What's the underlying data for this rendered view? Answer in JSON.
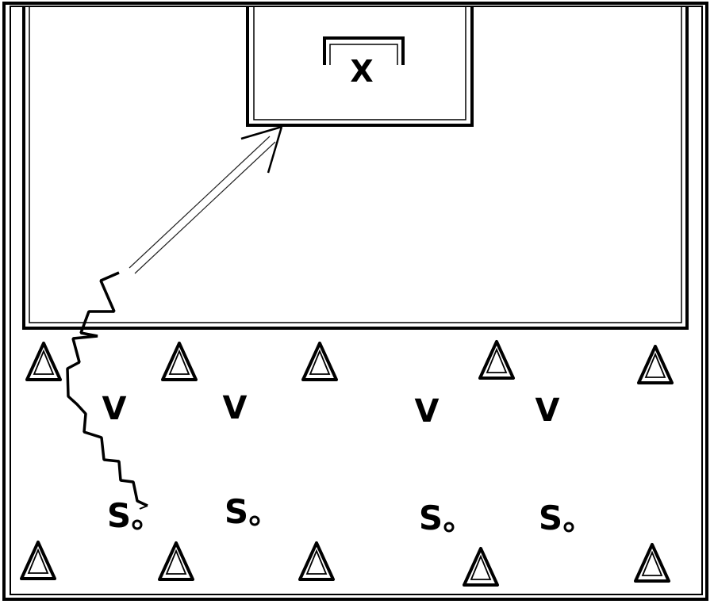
{
  "diagram": {
    "goal_label": "X",
    "defender_label": "V",
    "attacker_label": "S",
    "colors": {
      "ink": "#000000",
      "background": "#ffffff"
    }
  },
  "cones": {
    "count": 10,
    "icon": "cone-icon"
  },
  "defenders": {
    "count": 4
  },
  "attackers": {
    "count": 4
  }
}
